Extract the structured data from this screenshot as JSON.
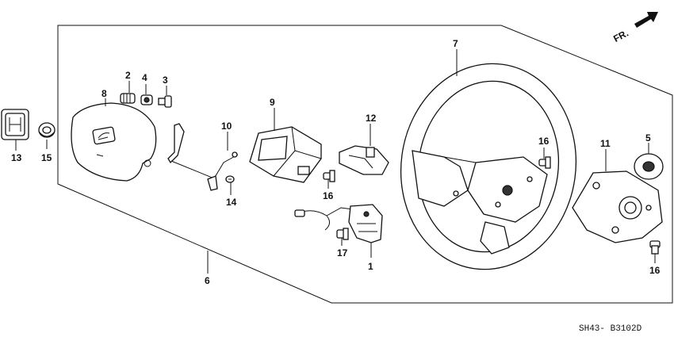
{
  "direction_label": "FR.",
  "diagram_code": "SH43- B3102D",
  "callouts": {
    "c1": "1",
    "c2": "2",
    "c3": "3",
    "c4": "4",
    "c5": "5",
    "c6": "6",
    "c7": "7",
    "c8": "8",
    "c9": "9",
    "c10": "10",
    "c11": "11",
    "c12": "12",
    "c13": "13",
    "c14": "14",
    "c15": "15",
    "c16a": "16",
    "c16b": "16",
    "c16c": "16",
    "c17": "17"
  }
}
